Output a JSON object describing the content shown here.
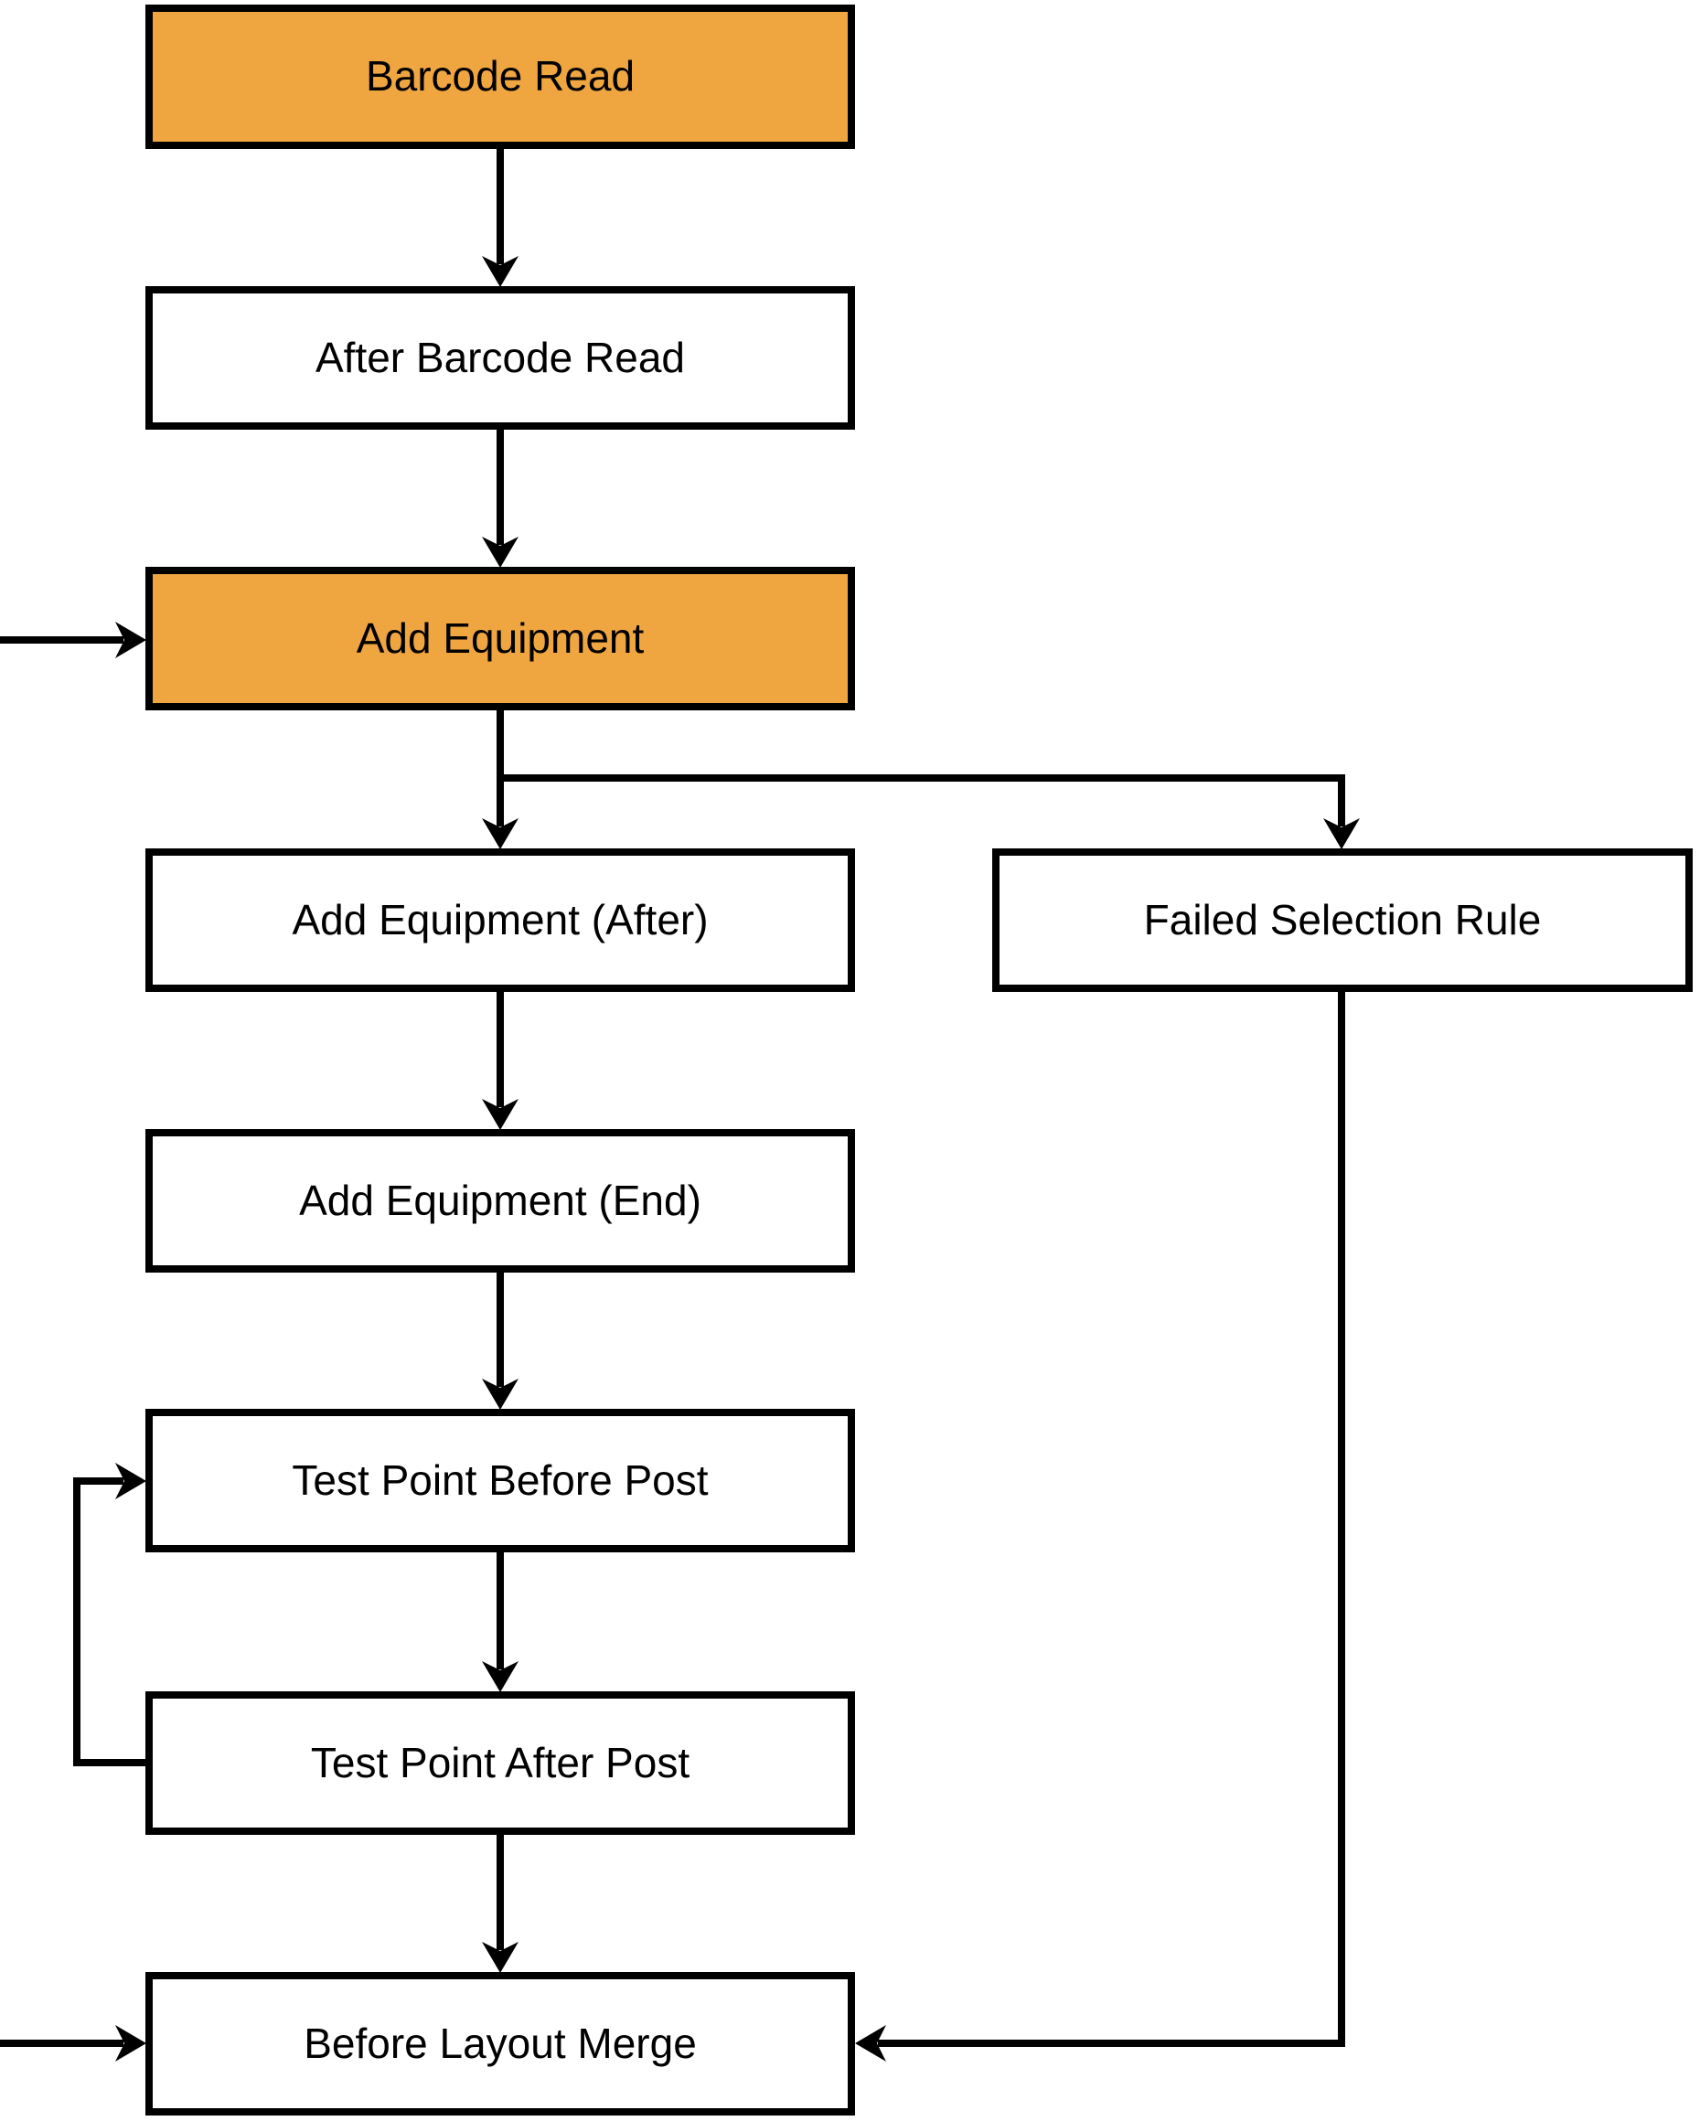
{
  "diagram": {
    "colors": {
      "highlight_fill": "#F0A640",
      "node_fill": "#FFFFFF",
      "line": "#000000"
    },
    "nodes": [
      {
        "label": "Barcode Read",
        "highlighted": true
      },
      {
        "label": "After Barcode Read",
        "highlighted": false
      },
      {
        "label": "Add Equipment",
        "highlighted": true
      },
      {
        "label": "Add Equipment (After)",
        "highlighted": false
      },
      {
        "label": "Failed Selection Rule",
        "highlighted": false
      },
      {
        "label": "Add Equipment (End)",
        "highlighted": false
      },
      {
        "label": "Test Point Before Post",
        "highlighted": false
      },
      {
        "label": "Test Point After Post",
        "highlighted": false
      },
      {
        "label": "Before Layout Merge",
        "highlighted": false
      }
    ],
    "edges": [
      {
        "from": "Barcode Read",
        "to": "After Barcode Read"
      },
      {
        "from": "After Barcode Read",
        "to": "Add Equipment"
      },
      {
        "from": "offscreen-left",
        "to": "Add Equipment"
      },
      {
        "from": "Add Equipment",
        "to": "Add Equipment (After)"
      },
      {
        "from": "Add Equipment",
        "to": "Failed Selection Rule"
      },
      {
        "from": "Add Equipment (After)",
        "to": "Add Equipment (End)"
      },
      {
        "from": "Add Equipment (End)",
        "to": "Test Point Before Post"
      },
      {
        "from": "Test Point Before Post",
        "to": "Test Point After Post"
      },
      {
        "from": "Test Point After Post",
        "to": "Test Point Before Post"
      },
      {
        "from": "Test Point After Post",
        "to": "Before Layout Merge"
      },
      {
        "from": "Failed Selection Rule",
        "to": "Before Layout Merge"
      },
      {
        "from": "offscreen-left",
        "to": "Before Layout Merge"
      }
    ]
  }
}
